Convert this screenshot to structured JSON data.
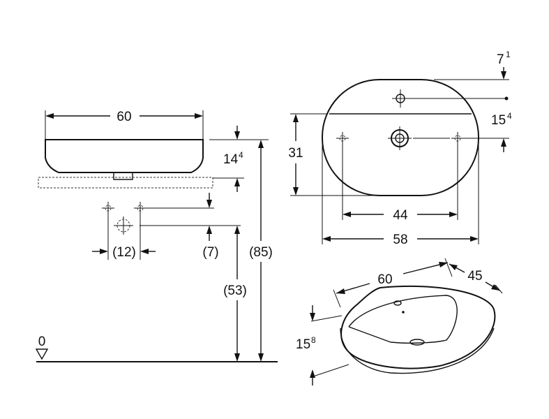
{
  "front_view": {
    "width": "60",
    "rim_height": "14",
    "rim_height_sup": "4",
    "tap_spacing": "(12)",
    "tap_offset": "(7)",
    "tap_height": "(53)",
    "total_height": "(85)",
    "floor_level": "0"
  },
  "top_view": {
    "rim_offset": "7",
    "rim_offset_sup": "1",
    "hole_offset": "15",
    "hole_offset_sup": "4",
    "depth": "31",
    "inner_width": "44",
    "outer_width": "58"
  },
  "iso_view": {
    "length": "60",
    "width": "45",
    "height": "15",
    "height_sup": "8"
  }
}
